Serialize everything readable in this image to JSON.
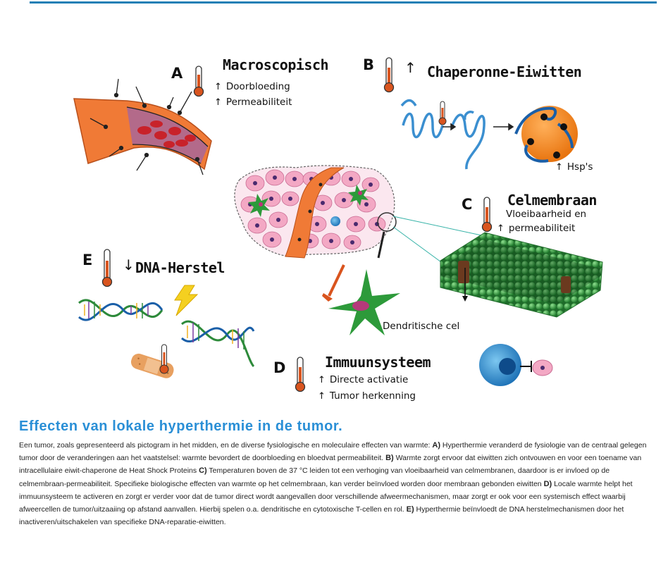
{
  "panels": {
    "A": {
      "letter": "A",
      "title": "Macroscopisch",
      "items": [
        "Doorbloeding",
        "Permeabiliteit"
      ]
    },
    "B": {
      "letter": "B",
      "title": "Chaperonne-Eiwitten",
      "label": "Hsp's"
    },
    "C": {
      "letter": "C",
      "title": "Celmembraan",
      "items": [
        "Vloeibaarheid en",
        "permeabiliteit"
      ]
    },
    "D": {
      "letter": "D",
      "title": "Immuunsysteem",
      "items": [
        "Directe activatie",
        "Tumor herkenning"
      ],
      "cell_label": "Dendritische cel"
    },
    "E": {
      "letter": "E",
      "title": "DNA-Herstel"
    }
  },
  "caption": {
    "title": "Effecten van lokale hyperthermie in de tumor.",
    "p0": "Een tumor, zoals gepresenteerd als pictogram in het midden, en de diverse fysiologische en moleculaire effecten van warmte: ",
    "kA": "A)",
    "pA": " Hyperthermie veranderd de fysiologie van de centraal gelegen tumor door de veranderingen aan het vaatstelsel: warmte bevordert de doorbloeding en bloedvat permeabiliteit. ",
    "kB": "B)",
    "pB": " Warmte zorgt ervoor dat eiwitten zich ontvouwen en voor een toename van intracellulaire eiwit-chaperone de Heat Shock Proteins ",
    "kC": "C)",
    "pC": " Temperaturen boven de 37 °C leiden tot een verhoging van vloeibaarheid van celmembranen, daardoor is er invloed op de celmembraan-permeabiliteit. Specifieke biologische effecten van warmte op het celmembraan, kan verder beïnvloed worden door membraan gebonden eiwitten ",
    "kD": "D)",
    "pD": " Locale warmte helpt het immuunsysteem te activeren en zorgt er verder voor dat de tumor direct wordt aangevallen door verschillende afweermechanismen, maar zorgt er ook voor een systemisch effect waarbij afweercellen de tumor/uitzaaiing op afstand aanvallen. Hierbij spelen o.a. dendritische en cytotoxische T-cellen en rol. ",
    "kE": "E)",
    "pE": " Hyperthermie beïnvloedt de DNA herstelmechanismen door het inactiveren/uitschakelen van specifieke DNA-reparatie-eiwitten."
  },
  "icons": {
    "thermometer": "thermometer-icon",
    "up": "arrow-up-icon",
    "down": "arrow-down-icon",
    "lightning": "lightning-icon",
    "bandage": "bandage-icon"
  },
  "colors": {
    "accent": "#2a8fd6",
    "topline": "#1e7fb5",
    "thermometer": "#d9541e",
    "vessel": "#f07a36",
    "membrane": "#2d8a3a"
  }
}
